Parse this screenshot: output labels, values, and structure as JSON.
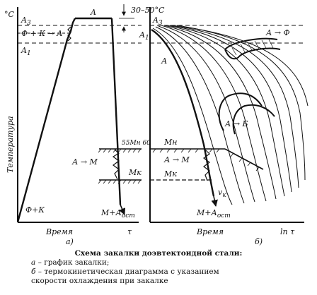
{
  "panel_a": {
    "celsius": "°C",
    "A3": "A",
    "A3_sub": "3",
    "A1": "A",
    "A1_sub": "1",
    "top_A": "A",
    "ferrite_austenite": "Ф + К → А",
    "range": "30–50°С",
    "ylabel": "Температура",
    "A_to_M": "А → М",
    "Mn": "55Мн 60",
    "Mk": "Мк",
    "F_K": "Ф+К",
    "M_Aost": "М+А",
    "M_Aost_sub": "ост",
    "xlabel": "Время",
    "tau": "τ",
    "letter": "а)"
  },
  "panel_b": {
    "A3": "A",
    "A3_sub": "3",
    "A1": "A",
    "A1_sub": "1",
    "A_left": "А",
    "A_to_F": "А → Ф",
    "A_to_B": "А → Б",
    "Mn": "Мн",
    "Mk": "Мк",
    "A_to_M": "А → М",
    "vk": "v",
    "vk_sub": "к",
    "M_Aost": "М+А",
    "M_Aost_sub": "ост",
    "xlabel": "Время",
    "lntau": "ln τ",
    "letter": "б)"
  },
  "caption": {
    "title": "Схема закалки доэвтектоидной стали:",
    "a_key": "а",
    "a_text": " – график закалки;",
    "b_key": "б",
    "b_text": " – термокинетическая диаграмма с указанием",
    "b_text2": "скорости охлаждения при закалке"
  }
}
